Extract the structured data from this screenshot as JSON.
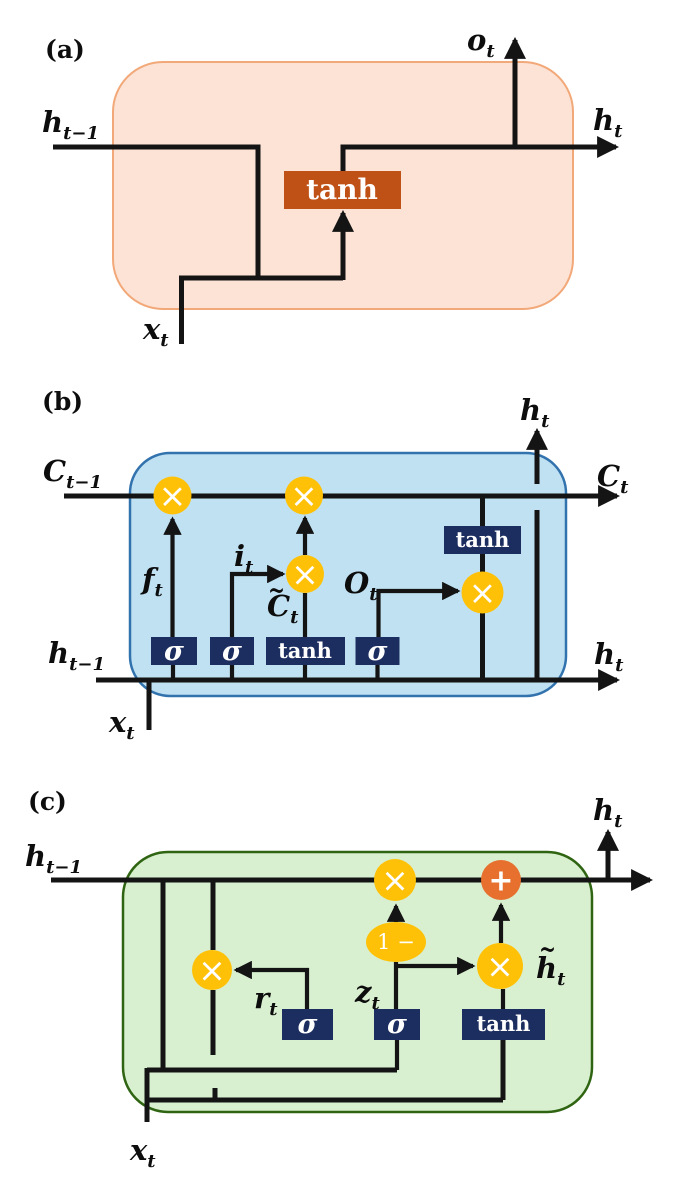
{
  "figure_description": "Recurrent cell diagrams: (a) RNN, (b) LSTM, (c) GRU",
  "palette": {
    "wire": "#141414",
    "gold": "#FEC107",
    "navy": "#1C2E60",
    "plus_orange": "#E7702E",
    "white": "#FFFFFF",
    "rnn_fill": "#FCE3D5",
    "rnn_stroke": "#F2A878",
    "rnn_tanh_fill": "#C05116",
    "lstm_fill": "#C0E1F2",
    "lstm_stroke": "#3273AE",
    "gru_fill": "#D9F0D0",
    "gru_stroke": "#2F6512"
  },
  "panels": {
    "a": {
      "tag": "(a)",
      "labels": {
        "h_prev": {
          "b": "h",
          "s": "t−1"
        },
        "x": {
          "b": "x",
          "s": "t"
        },
        "o": {
          "b": "o",
          "s": "t"
        },
        "h": {
          "b": "h",
          "s": "t"
        }
      },
      "gates": {
        "tanh": "tanh"
      }
    },
    "b": {
      "tag": "(b)",
      "labels": {
        "c_prev": {
          "b": "C",
          "s": "t−1"
        },
        "c_out": {
          "b": "C",
          "s": "t"
        },
        "h_top": {
          "b": "h",
          "s": "t"
        },
        "h_out": {
          "b": "h",
          "s": "t"
        },
        "h_prev": {
          "b": "h",
          "s": "t−1"
        },
        "f": {
          "b": "f",
          "s": "t"
        },
        "i": {
          "b": "i",
          "s": "t"
        },
        "c_tilde": {
          "t": "~",
          "b": "C",
          "s": "t"
        },
        "o": {
          "b": "O",
          "s": "t"
        },
        "x": {
          "b": "x",
          "s": "t"
        }
      },
      "gates": {
        "sigma": "σ",
        "tanh": "tanh",
        "mult": "×"
      }
    },
    "c": {
      "tag": "(c)",
      "labels": {
        "h_prev": {
          "b": "h",
          "s": "t−1"
        },
        "h_out": {
          "b": "h",
          "s": "t"
        },
        "r": {
          "b": "r",
          "s": "t"
        },
        "z": {
          "b": "z",
          "s": "t"
        },
        "h_tilde": {
          "t": "~",
          "b": "h",
          "s": "t"
        },
        "x": {
          "b": "x",
          "s": "t"
        }
      },
      "gates": {
        "sigma": "σ",
        "tanh": "tanh",
        "mult": "×",
        "plus": "+",
        "one_minus": "1 −"
      }
    }
  }
}
